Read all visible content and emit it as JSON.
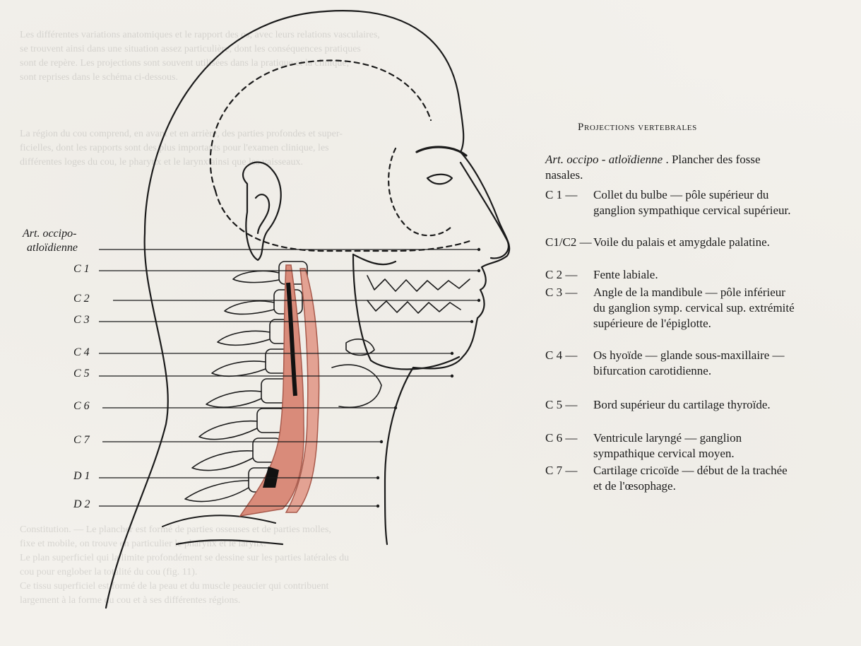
{
  "figure": {
    "caption": "Projections vertebrales",
    "intro": {
      "term": "Art. occipo - atloïdienne",
      "rest": " . Plancher des fosse nasales."
    },
    "vertebra_labels": [
      {
        "id": "art-occipo",
        "line1": "Art. occipo-",
        "line2": "atloïdienne"
      },
      {
        "id": "c1",
        "text": "C 1"
      },
      {
        "id": "c2",
        "text": "C 2"
      },
      {
        "id": "c3",
        "text": "C 3"
      },
      {
        "id": "c4",
        "text": "C 4"
      },
      {
        "id": "c5",
        "text": "C 5"
      },
      {
        "id": "c6",
        "text": "C 6"
      },
      {
        "id": "c7",
        "text": "C 7"
      },
      {
        "id": "d1",
        "text": "D 1"
      },
      {
        "id": "d2",
        "text": "D 2"
      }
    ],
    "legend": [
      {
        "code": "C 1 —",
        "text": "Collet du bulbe — pôle supérieur du ganglion sympathique cervical supérieur."
      },
      {
        "code": "C1/C2 —",
        "text": "Voile du palais et amygdale palatine."
      },
      {
        "code": "C 2 —",
        "text": "Fente labiale."
      },
      {
        "code": "C 3 —",
        "text": "Angle de la mandibule — pôle inférieur du ganglion symp. cervical sup. extrémité supérieure de l'épiglotte."
      },
      {
        "code": "C 4 —",
        "text": "Os hyoïde — glande sous-maxillaire — bifurcation carotidienne."
      },
      {
        "code": "C 5 —",
        "text": "Bord supérieur du cartilage thyroïde."
      },
      {
        "code": "C 6 —",
        "text": "Ventricule laryngé — ganglion sympathique cervical moyen."
      },
      {
        "code": "C 7 —",
        "text": "Cartilage cricoïde — début de la trachée et de l'œsophage."
      }
    ]
  },
  "bleed_text": [
    "Les différentes variations anatomiques et le rapport des os, avec leurs relations vasculaires,",
    "se trouvent ainsi dans une situation assez particulière, dont les conséquences pratiques",
    "sont de repère. Les projections sont souvent utilisées dans la pratique et la clinique,",
    "sont reprises dans le schéma ci-dessous.",
    "",
    "",
    "",
    "La région du cou comprend, en avant et en arrière, des parties profondes et super-",
    "ficielles, dont les rapports sont des plus importants pour l'examen clinique, les",
    "différentes loges du cou, le pharynx et le larynx ainsi que les vaisseaux.",
    "",
    "",
    "",
    "",
    "",
    "",
    "",
    "",
    "",
    "",
    "",
    "",
    "",
    "",
    "",
    "",
    "",
    "",
    "",
    "",
    "",
    "",
    "",
    "",
    "",
    "Constitution. — Le plancher est formé de parties osseuses et de parties molles,",
    "fixe et mobile, on trouve en particulier le pharynx et le larynx.",
    "Le plan superficiel qui la limite profondément se dessine sur les parties latérales du",
    "cou pour englober la totalité du cou (fig. 11).",
    "Ce tissu superficiel est formé de la peau et du muscle peaucier qui contribuent",
    "largement à la forme du cou et à ses différentes régions."
  ],
  "colors": {
    "ink": "#1b1b1b",
    "paper": "#f3f1ec",
    "vessel": "#d98b7a",
    "vessel_dark": "#a85a4c"
  }
}
